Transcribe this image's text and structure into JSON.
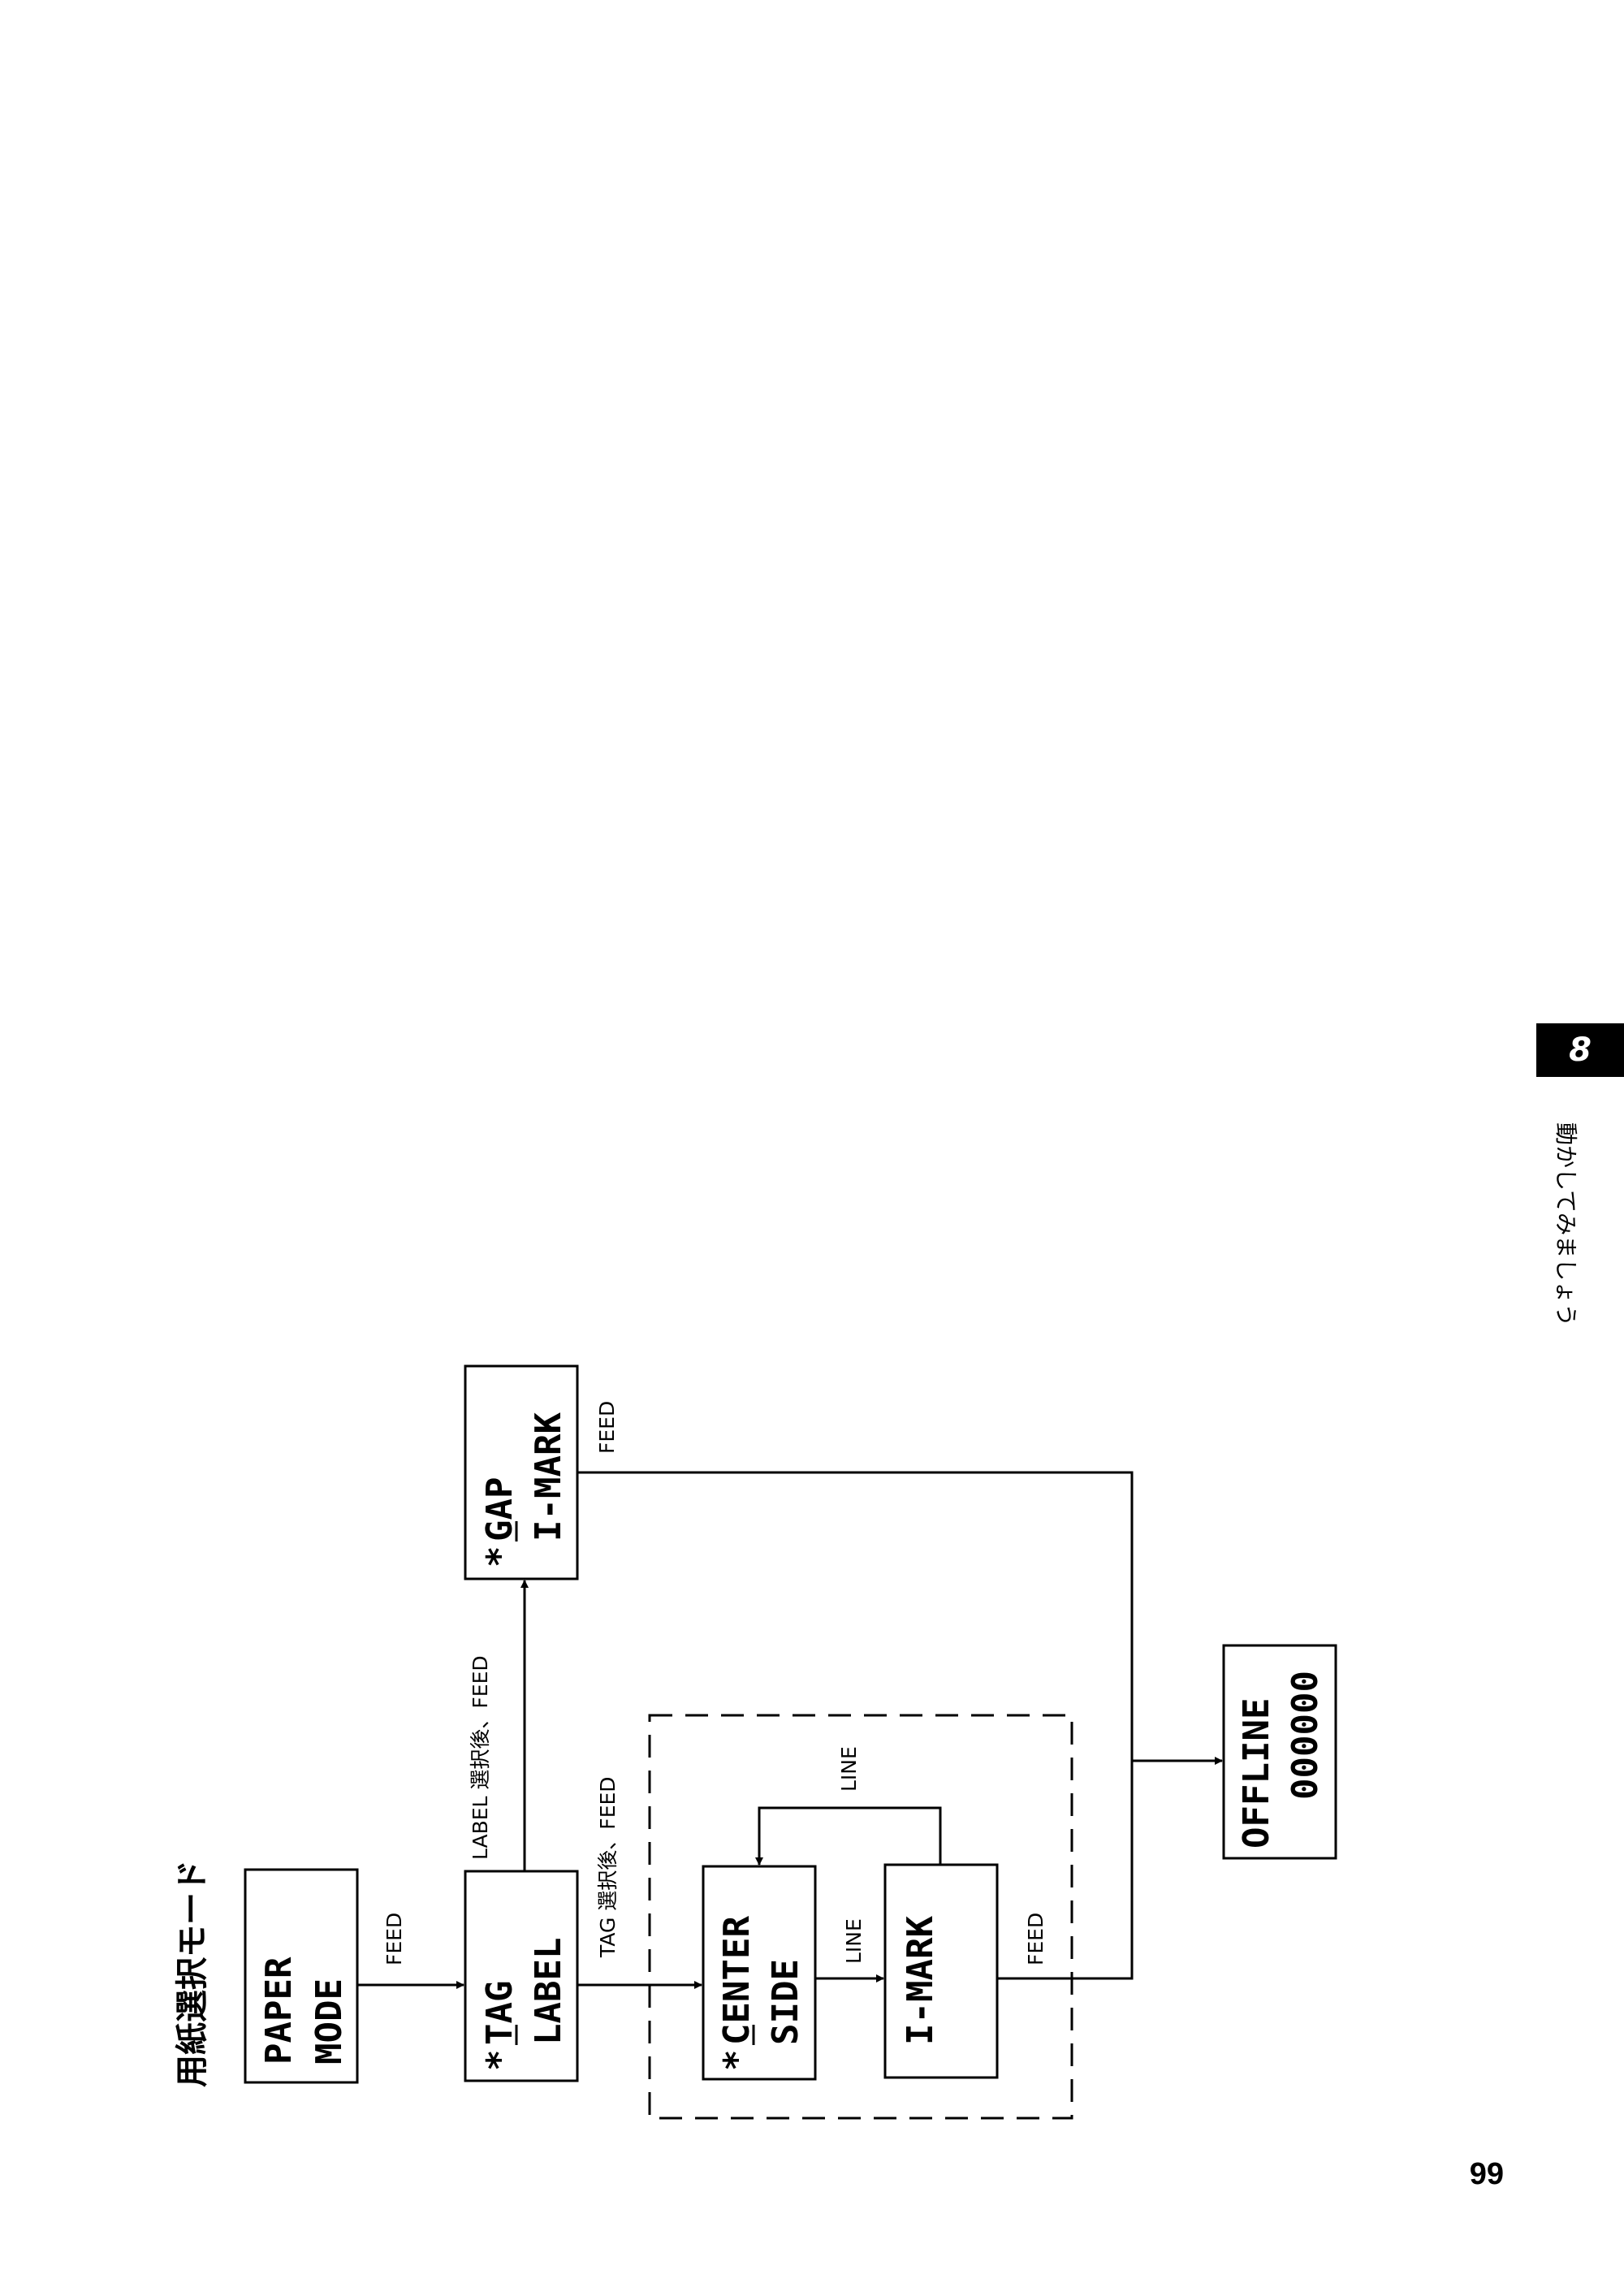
{
  "diagram": {
    "title": "用紙選択モード",
    "nodes": {
      "paper_mode": {
        "line1": "PAPER",
        "line2": "MODE"
      },
      "tag_label": {
        "star": "*",
        "line1": "TAG",
        "line2": "LABEL"
      },
      "gap_imark": {
        "star": "*",
        "line1": "GAP",
        "line2": "I-MARK"
      },
      "center_side": {
        "star": "*",
        "line1": "CENTER",
        "line2": "SIDE"
      },
      "imark": {
        "line1": "I-MARK"
      },
      "offline": {
        "line1": "OFFLINE",
        "line2": "000000"
      }
    },
    "edges": {
      "paper_to_tag": "FEED",
      "tag_to_gap": "LABEL 選択後、FEED",
      "tag_to_center": "TAG 選択後、FEED",
      "center_to_imark": "LINE",
      "imark_to_center": "LINE",
      "imark_feed": "FEED",
      "gap_feed": "FEED"
    }
  },
  "sidebar": {
    "chapter_number": "8",
    "chapter_title": "動かしてみましょう"
  },
  "page_number": "99"
}
